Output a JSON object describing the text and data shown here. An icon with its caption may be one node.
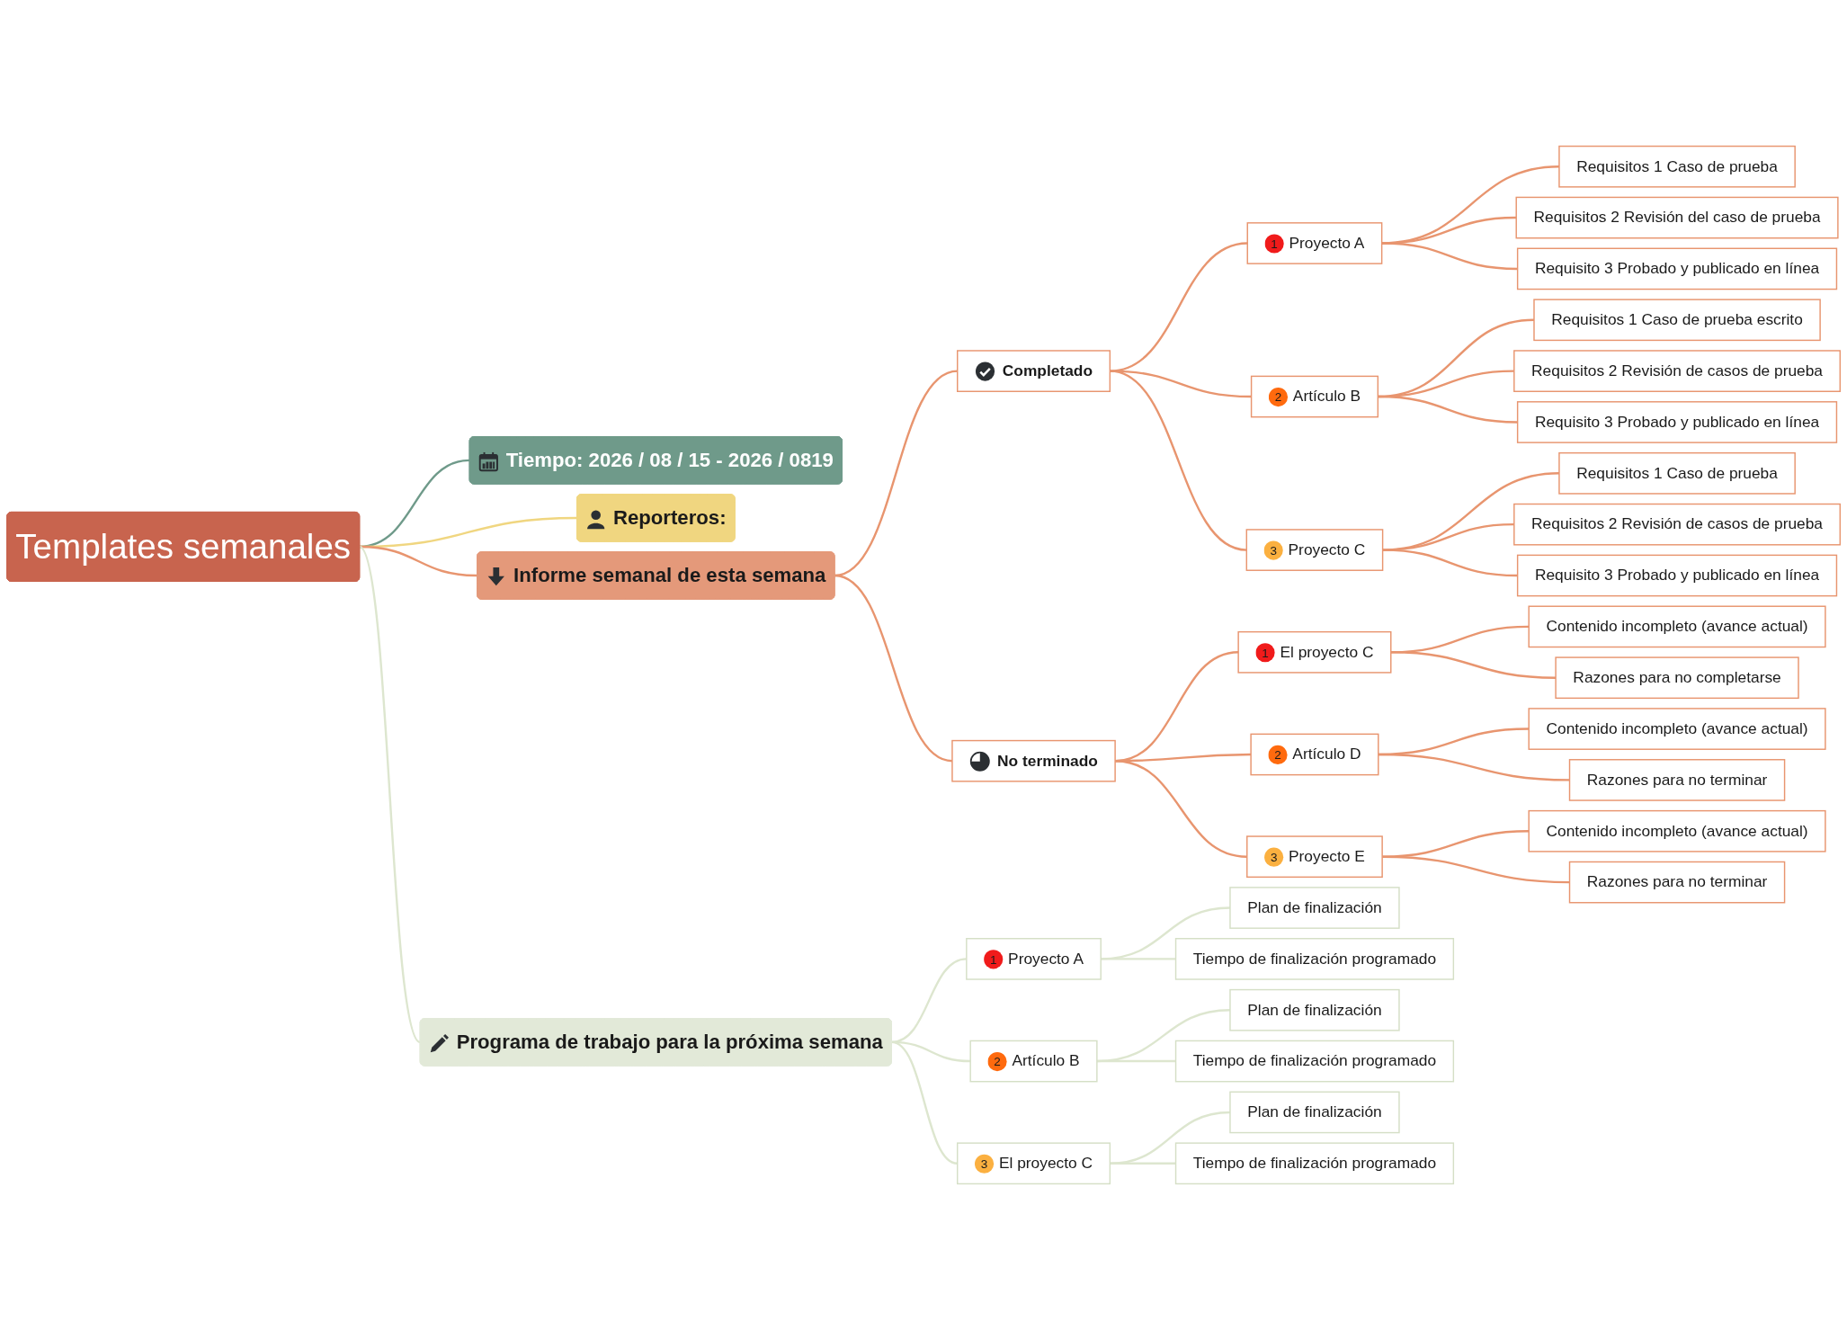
{
  "diagram": {
    "nodes": [
      {
        "text": [
          "Templates semanales"
        ]
      },
      {
        "text": [
          "Tiempo: 2026 / 08 / 15 - 2026 / 0819"
        ]
      },
      {
        "text": [
          "Reporteros:"
        ]
      },
      {
        "text": [
          "Informe semanal de esta semana"
        ]
      },
      {
        "text": [
          "Completado"
        ]
      },
      {
        "text": [
          "1",
          "Proyecto A"
        ]
      },
      {
        "text": [
          "Requisitos 1 Caso de prueba"
        ]
      },
      {
        "text": [
          "Requisitos 2 Revisión del caso de prueba"
        ]
      },
      {
        "text": [
          "Requisito 3 Probado y publicado en línea"
        ]
      },
      {
        "text": [
          "2",
          "Artículo B"
        ]
      },
      {
        "text": [
          "Requisitos 1 Caso de prueba escrito"
        ]
      },
      {
        "text": [
          "Requisitos 2 Revisión de casos de prueba"
        ]
      },
      {
        "text": [
          "Requisito 3 Probado y publicado en línea"
        ]
      },
      {
        "text": [
          "3",
          "Proyecto C"
        ]
      },
      {
        "text": [
          "Requisitos 1 Caso de prueba"
        ]
      },
      {
        "text": [
          "Requisitos 2 Revisión de casos de prueba"
        ]
      },
      {
        "text": [
          "Requisito 3 Probado y publicado en línea"
        ]
      },
      {
        "text": [
          "No terminado"
        ]
      },
      {
        "text": [
          "1",
          "El proyecto C"
        ]
      },
      {
        "text": [
          "Contenido incompleto (avance actual)"
        ]
      },
      {
        "text": [
          "Razones para no completarse"
        ]
      },
      {
        "text": [
          "2",
          "Artículo D"
        ]
      },
      {
        "text": [
          "Contenido incompleto (avance actual)"
        ]
      },
      {
        "text": [
          "Razones para no terminar"
        ]
      },
      {
        "text": [
          "3",
          "Proyecto E"
        ]
      },
      {
        "text": [
          "Contenido incompleto (avance actual)"
        ]
      },
      {
        "text": [
          "Razones para no terminar"
        ]
      },
      {
        "text": [
          "Programa de trabajo para la próxima semana"
        ]
      },
      {
        "text": [
          "1",
          "Proyecto A"
        ]
      },
      {
        "text": [
          "Plan de finalización"
        ]
      },
      {
        "text": [
          "Tiempo de finalización programado"
        ]
      },
      {
        "text": [
          "2",
          "Artículo B"
        ]
      },
      {
        "text": [
          "Plan de finalización"
        ]
      },
      {
        "text": [
          "Tiempo de finalización programado"
        ]
      },
      {
        "text": [
          "3",
          "El proyecto C"
        ]
      },
      {
        "text": [
          "Plan de finalización"
        ]
      },
      {
        "text": [
          "Tiempo de finalización programado"
        ]
      }
    ],
    "edges": [
      {
        "from": 0,
        "to": 1,
        "arrow": "none",
        "color": "#6f9a8a"
      },
      {
        "from": 0,
        "to": 2,
        "arrow": "none",
        "color": "#f0d680"
      },
      {
        "from": 0,
        "to": 3,
        "arrow": "none"
      },
      {
        "from": 3,
        "to": 4,
        "arrow": "none"
      },
      {
        "from": 4,
        "to": 5,
        "arrow": "none"
      },
      {
        "from": 5,
        "to": 6,
        "arrow": "none"
      },
      {
        "from": 5,
        "to": 7,
        "arrow": "none"
      },
      {
        "from": 5,
        "to": 8,
        "arrow": "none"
      },
      {
        "from": 4,
        "to": 9,
        "arrow": "none"
      },
      {
        "from": 9,
        "to": 10,
        "arrow": "none"
      },
      {
        "from": 9,
        "to": 11,
        "arrow": "none"
      },
      {
        "from": 9,
        "to": 12,
        "arrow": "none"
      },
      {
        "from": 4,
        "to": 13,
        "arrow": "none"
      },
      {
        "from": 13,
        "to": 14,
        "arrow": "none"
      },
      {
        "from": 13,
        "to": 15,
        "arrow": "none"
      },
      {
        "from": 13,
        "to": 16,
        "arrow": "none"
      },
      {
        "from": 3,
        "to": 17,
        "arrow": "none"
      },
      {
        "from": 17,
        "to": 18,
        "arrow": "none"
      },
      {
        "from": 18,
        "to": 19,
        "arrow": "none"
      },
      {
        "from": 18,
        "to": 20,
        "arrow": "none"
      },
      {
        "from": 17,
        "to": 21,
        "arrow": "none"
      },
      {
        "from": 21,
        "to": 22,
        "arrow": "none"
      },
      {
        "from": 21,
        "to": 23,
        "arrow": "none"
      },
      {
        "from": 17,
        "to": 24,
        "arrow": "none"
      },
      {
        "from": 24,
        "to": 25,
        "arrow": "none"
      },
      {
        "from": 24,
        "to": 26,
        "arrow": "none"
      },
      {
        "from": 0,
        "to": 27,
        "arrow": "none",
        "color": "#dde6cf"
      },
      {
        "from": 27,
        "to": 28,
        "arrow": "none",
        "color": "#dde6cf"
      },
      {
        "from": 28,
        "to": 29,
        "arrow": "none",
        "color": "#dde6cf"
      },
      {
        "from": 28,
        "to": 30,
        "arrow": "none",
        "color": "#dde6cf"
      },
      {
        "from": 27,
        "to": 31,
        "arrow": "none",
        "color": "#dde6cf"
      },
      {
        "from": 31,
        "to": 32,
        "arrow": "none",
        "color": "#dde6cf"
      },
      {
        "from": 31,
        "to": 33,
        "arrow": "none",
        "color": "#dde6cf"
      },
      {
        "from": 27,
        "to": 34,
        "arrow": "none",
        "color": "#dde6cf"
      },
      {
        "from": 34,
        "to": 35,
        "arrow": "none",
        "color": "#dde6cf"
      },
      {
        "from": 34,
        "to": 36,
        "arrow": "none",
        "color": "#dde6cf"
      }
    ]
  }
}
